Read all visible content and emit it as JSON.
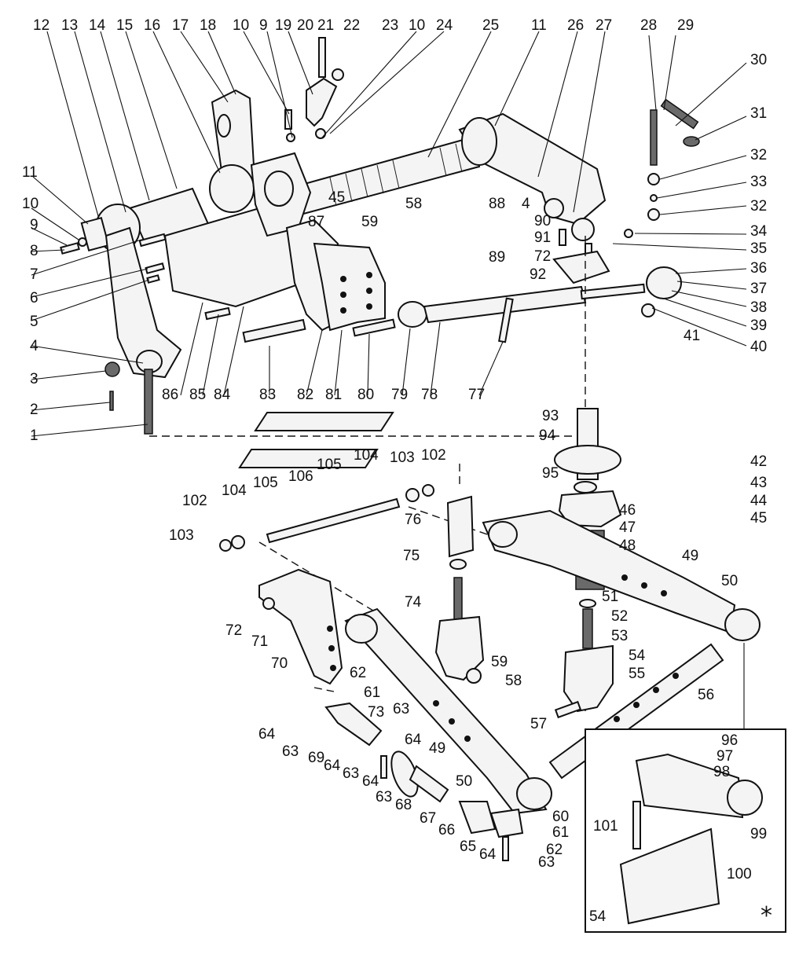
{
  "callouts": [
    {
      "id": "c12",
      "label": "12"
    },
    {
      "id": "c13",
      "label": "13"
    },
    {
      "id": "c14",
      "label": "14"
    },
    {
      "id": "c15",
      "label": "15"
    },
    {
      "id": "c16",
      "label": "16"
    },
    {
      "id": "c17",
      "label": "17"
    },
    {
      "id": "c18",
      "label": "18"
    },
    {
      "id": "c10a",
      "label": "10"
    },
    {
      "id": "c9a",
      "label": "9"
    },
    {
      "id": "c19",
      "label": "19"
    },
    {
      "id": "c20",
      "label": "20"
    },
    {
      "id": "c21",
      "label": "21"
    },
    {
      "id": "c22",
      "label": "22"
    },
    {
      "id": "c23",
      "label": "23"
    },
    {
      "id": "c10b",
      "label": "10"
    },
    {
      "id": "c24",
      "label": "24"
    },
    {
      "id": "c25",
      "label": "25"
    },
    {
      "id": "c11a",
      "label": "11"
    },
    {
      "id": "c26",
      "label": "26"
    },
    {
      "id": "c27",
      "label": "27"
    },
    {
      "id": "c28",
      "label": "28"
    },
    {
      "id": "c29",
      "label": "29"
    },
    {
      "id": "c30",
      "label": "30"
    },
    {
      "id": "c31",
      "label": "31"
    },
    {
      "id": "c32a",
      "label": "32"
    },
    {
      "id": "c33",
      "label": "33"
    },
    {
      "id": "c32b",
      "label": "32"
    },
    {
      "id": "c34",
      "label": "34"
    },
    {
      "id": "c35",
      "label": "35"
    },
    {
      "id": "c36",
      "label": "36"
    },
    {
      "id": "c37",
      "label": "37"
    },
    {
      "id": "c38",
      "label": "38"
    },
    {
      "id": "c39",
      "label": "39"
    },
    {
      "id": "c40",
      "label": "40"
    },
    {
      "id": "c41",
      "label": "41"
    },
    {
      "id": "c11b",
      "label": "11"
    },
    {
      "id": "c10c",
      "label": "10"
    },
    {
      "id": "c9b",
      "label": "9"
    },
    {
      "id": "c8",
      "label": "8"
    },
    {
      "id": "c7",
      "label": "7"
    },
    {
      "id": "c6",
      "label": "6"
    },
    {
      "id": "c5",
      "label": "5"
    },
    {
      "id": "c4a",
      "label": "4"
    },
    {
      "id": "c3",
      "label": "3"
    },
    {
      "id": "c2",
      "label": "2"
    },
    {
      "id": "c1",
      "label": "1"
    },
    {
      "id": "c45a",
      "label": "45"
    },
    {
      "id": "c87",
      "label": "87"
    },
    {
      "id": "c59a",
      "label": "59"
    },
    {
      "id": "c58a",
      "label": "58"
    },
    {
      "id": "c88",
      "label": "88"
    },
    {
      "id": "c89",
      "label": "89"
    },
    {
      "id": "c4b",
      "label": "4"
    },
    {
      "id": "c90",
      "label": "90"
    },
    {
      "id": "c91",
      "label": "91"
    },
    {
      "id": "c72a",
      "label": "72"
    },
    {
      "id": "c92",
      "label": "92"
    },
    {
      "id": "c86",
      "label": "86"
    },
    {
      "id": "c85",
      "label": "85"
    },
    {
      "id": "c84",
      "label": "84"
    },
    {
      "id": "c83",
      "label": "83"
    },
    {
      "id": "c82",
      "label": "82"
    },
    {
      "id": "c81",
      "label": "81"
    },
    {
      "id": "c80",
      "label": "80"
    },
    {
      "id": "c79",
      "label": "79"
    },
    {
      "id": "c78",
      "label": "78"
    },
    {
      "id": "c77",
      "label": "77"
    },
    {
      "id": "c93",
      "label": "93"
    },
    {
      "id": "c94",
      "label": "94"
    },
    {
      "id": "c42",
      "label": "42"
    },
    {
      "id": "c43",
      "label": "43"
    },
    {
      "id": "c44",
      "label": "44"
    },
    {
      "id": "c45b",
      "label": "45"
    },
    {
      "id": "c95",
      "label": "95"
    },
    {
      "id": "c46",
      "label": "46"
    },
    {
      "id": "c47",
      "label": "47"
    },
    {
      "id": "c48",
      "label": "48"
    },
    {
      "id": "c49a",
      "label": "49"
    },
    {
      "id": "c50a",
      "label": "50"
    },
    {
      "id": "c51",
      "label": "51"
    },
    {
      "id": "c52",
      "label": "52"
    },
    {
      "id": "c53",
      "label": "53"
    },
    {
      "id": "c54a",
      "label": "54"
    },
    {
      "id": "c55",
      "label": "55"
    },
    {
      "id": "c56",
      "label": "56"
    },
    {
      "id": "c57",
      "label": "57"
    },
    {
      "id": "c105a",
      "label": "105"
    },
    {
      "id": "c104a",
      "label": "104"
    },
    {
      "id": "c103a",
      "label": "103"
    },
    {
      "id": "c102a",
      "label": "102"
    },
    {
      "id": "c106",
      "label": "106"
    },
    {
      "id": "c102b",
      "label": "102"
    },
    {
      "id": "c104b",
      "label": "104"
    },
    {
      "id": "c105b",
      "label": "105"
    },
    {
      "id": "c103b",
      "label": "103"
    },
    {
      "id": "c76",
      "label": "76"
    },
    {
      "id": "c75",
      "label": "75"
    },
    {
      "id": "c74",
      "label": "74"
    },
    {
      "id": "c72b",
      "label": "72"
    },
    {
      "id": "c71",
      "label": "71"
    },
    {
      "id": "c70",
      "label": "70"
    },
    {
      "id": "c59b",
      "label": "59"
    },
    {
      "id": "c58b",
      "label": "58"
    },
    {
      "id": "c62a",
      "label": "62"
    },
    {
      "id": "c61a",
      "label": "61"
    },
    {
      "id": "c64a",
      "label": "64"
    },
    {
      "id": "c63a",
      "label": "63"
    },
    {
      "id": "c73",
      "label": "73"
    },
    {
      "id": "c63b",
      "label": "63"
    },
    {
      "id": "c64b",
      "label": "64"
    },
    {
      "id": "c49b",
      "label": "49"
    },
    {
      "id": "c69",
      "label": "69"
    },
    {
      "id": "c64c",
      "label": "64"
    },
    {
      "id": "c63c",
      "label": "63"
    },
    {
      "id": "c64d",
      "label": "64"
    },
    {
      "id": "c63d",
      "label": "63"
    },
    {
      "id": "c68",
      "label": "68"
    },
    {
      "id": "c50b",
      "label": "50"
    },
    {
      "id": "c67",
      "label": "67"
    },
    {
      "id": "c66",
      "label": "66"
    },
    {
      "id": "c60",
      "label": "60"
    },
    {
      "id": "c61b",
      "label": "61"
    },
    {
      "id": "c65",
      "label": "65"
    },
    {
      "id": "c64e",
      "label": "64"
    },
    {
      "id": "c62b",
      "label": "62"
    },
    {
      "id": "c63e",
      "label": "63"
    },
    {
      "id": "c96",
      "label": "96"
    },
    {
      "id": "c97",
      "label": "97"
    },
    {
      "id": "c98",
      "label": "98"
    },
    {
      "id": "c99",
      "label": "99"
    },
    {
      "id": "c101",
      "label": "101"
    },
    {
      "id": "c100",
      "label": "100"
    },
    {
      "id": "c54b",
      "label": "54"
    }
  ],
  "inset_marker": "*"
}
